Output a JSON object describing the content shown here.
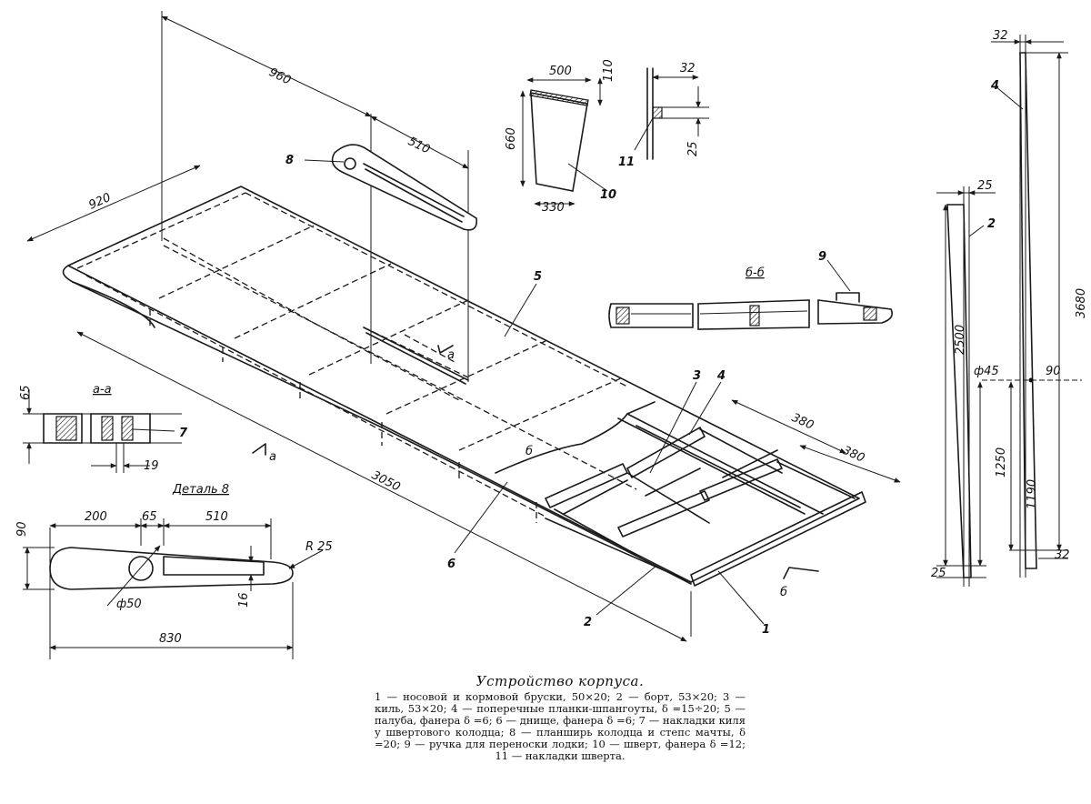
{
  "labels": {
    "part_1": "1",
    "part_2_main": "2",
    "part_2_side": "2",
    "part_3": "3",
    "part_4_main": "4",
    "part_4_side": "4",
    "part_5": "5",
    "part_6": "6",
    "part_7": "7",
    "part_8": "8",
    "part_9": "9",
    "part_10": "10",
    "part_11": "11"
  },
  "sections": {
    "a_a": "а-а",
    "b_b": "б-б",
    "detail_8": "Деталь 8",
    "cut_a": "а",
    "cut_a2": "а",
    "cut_b": "б",
    "cut_b2": "б"
  },
  "dimensions": {
    "d960": "960",
    "d510": "510",
    "d920": "920",
    "d3050": "3050",
    "d380a": "380",
    "d380b": "380",
    "d500": "500",
    "d110": "110",
    "d660": "660",
    "d330": "330",
    "d32a": "32",
    "d25a": "25",
    "d65": "65",
    "d19": "19",
    "det200": "200",
    "det65": "65",
    "det510": "510",
    "det90": "90",
    "detR25": "R 25",
    "det16": "16",
    "det50": "ф50",
    "det830": "830",
    "r32top": "32",
    "r3680": "3680",
    "r90": "90",
    "r1190": "1190",
    "r32bot": "32",
    "m25top": "25",
    "m2500": "2500",
    "m45": "ф45",
    "m1250": "1250",
    "m25bot": "25"
  },
  "caption": {
    "title": "Устройство корпуса.",
    "body": "1 — носовой и кормовой бруски, 50×20; 2 — борт, 53×20; 3 — киль, 53×20; 4 — поперечные планки-шпангоуты, δ =15÷20; 5 — палуба, фанера δ =6; 6 — днище, фанера δ =6; 7 — накладки киля у швертового колодца; 8 — планширь колодца и степс мачты, δ =20; 9 — ручка для переноски лодки; 10 — шверт, фанера δ =12; 11 — накладки шверта."
  }
}
